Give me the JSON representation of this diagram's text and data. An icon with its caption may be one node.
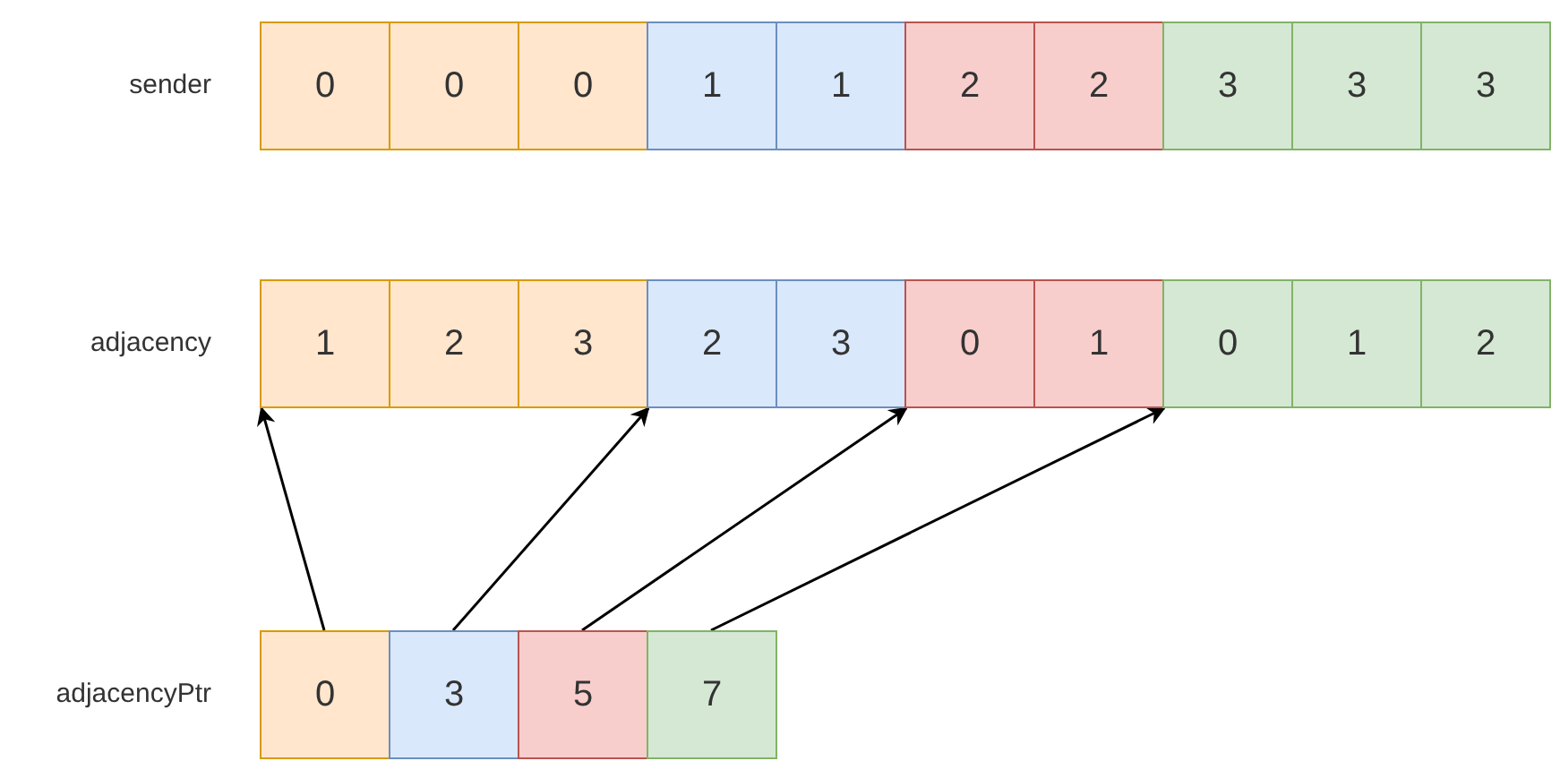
{
  "diagram": {
    "nodes": [
      {
        "text": [
          "0"
        ]
      },
      {
        "text": [
          "0"
        ]
      },
      {
        "text": [
          "0"
        ]
      },
      {
        "text": [
          "1"
        ]
      },
      {
        "text": [
          "1"
        ]
      },
      {
        "text": [
          "2"
        ]
      },
      {
        "text": [
          "2"
        ]
      },
      {
        "text": [
          "3"
        ]
      },
      {
        "text": [
          "3"
        ]
      },
      {
        "text": [
          "3"
        ]
      },
      {
        "text": [
          "1"
        ]
      },
      {
        "text": [
          "2"
        ]
      },
      {
        "text": [
          "3"
        ]
      },
      {
        "text": [
          "2"
        ]
      },
      {
        "text": [
          "3"
        ]
      },
      {
        "text": [
          "0"
        ]
      },
      {
        "text": [
          "1"
        ]
      },
      {
        "text": [
          "0"
        ]
      },
      {
        "text": [
          "1"
        ]
      },
      {
        "text": [
          "2"
        ]
      },
      {
        "text": [
          "0"
        ]
      },
      {
        "text": [
          "3"
        ]
      },
      {
        "text": [
          "5"
        ]
      },
      {
        "text": [
          "7"
        ]
      }
    ],
    "edges": [
      {
        "from": 20,
        "to": 10,
        "arrow": "to"
      },
      {
        "from": 21,
        "to": 13,
        "arrow": "to"
      },
      {
        "from": 22,
        "to": 15,
        "arrow": "to"
      },
      {
        "from": 23,
        "to": 17,
        "arrow": "to"
      }
    ],
    "labels": [
      "sender",
      "adjacency",
      "adjacencyPtr"
    ]
  }
}
